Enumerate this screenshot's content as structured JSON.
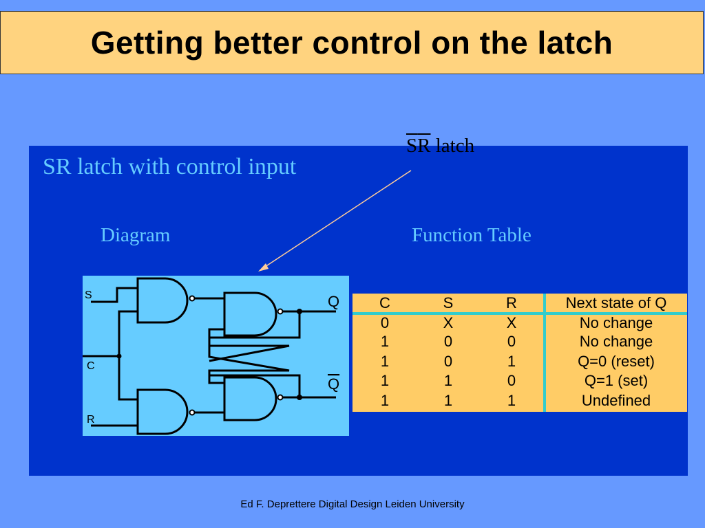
{
  "slide": {
    "title": "Getting better control on the latch",
    "subtitle": "SR latch with control input",
    "diagram_label": "Diagram",
    "table_label": "Function Table",
    "callout_s": "S",
    "callout_r": "R",
    "callout_rest": " latch",
    "footer": "Ed F. Deprettere  Digital Design  Leiden University"
  },
  "diagram": {
    "input_s": "S",
    "input_c": "C",
    "input_r": "R",
    "output_q": "Q",
    "output_qbar": "Q"
  },
  "function_table": {
    "headers": [
      "C",
      "S",
      "R",
      "Next state of Q"
    ],
    "rows": [
      [
        "0",
        "X",
        "X",
        "No change"
      ],
      [
        "1",
        "0",
        "0",
        "No change"
      ],
      [
        "1",
        "0",
        "1",
        "Q=0 (reset)"
      ],
      [
        "1",
        "1",
        "0",
        "Q=1 (set)"
      ],
      [
        "1",
        "1",
        "1",
        "Undefined"
      ]
    ]
  },
  "colors": {
    "background": "#6699FF",
    "title_bar": "#FFD37F",
    "panel": "#0033CC",
    "accent_text": "#66CCFF",
    "table_bg": "#FFCC66",
    "table_divider": "#33CCCC"
  }
}
